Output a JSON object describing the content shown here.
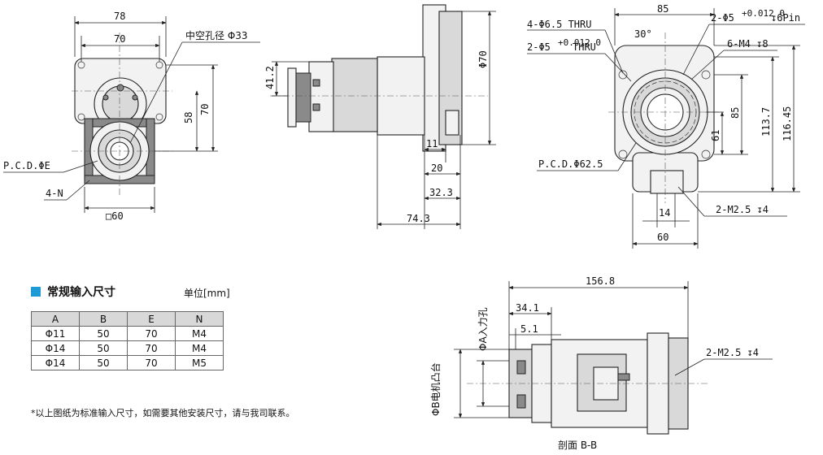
{
  "views": {
    "front": {
      "dim_width_outer": "78",
      "dim_width_inner": "70",
      "hollow_hole": "中空孔径 Φ33",
      "dim_height_58": "58",
      "dim_height_70": "70",
      "pcd": "P.C.D.ΦE",
      "holes": "4-N",
      "square": "□60"
    },
    "side": {
      "dim_41": "41.2",
      "dim_phi70": "Φ70",
      "dim_11": "11",
      "dim_20": "20",
      "dim_32": "32.3",
      "dim_74": "74.3"
    },
    "flange": {
      "dim_85_top": "85",
      "thru_holes": "4-Φ6.5 THRU",
      "pin_holes": "2-Φ5",
      "pin_tol": "+0.012 0",
      "pin_depth": "↧6Pin",
      "thru2": "2-Φ5",
      "thru2_tol": "+0.012 0",
      "thru2_suffix": "THRU",
      "angle": "30°",
      "m4": "6-M4 ↧8",
      "dim_85_side": "85",
      "dim_61": "61",
      "dim_113": "113.7",
      "dim_116": "116.45",
      "pcd": "P.C.D.Φ62.5",
      "m25": "2-M2.5 ↧4",
      "dim_14": "14",
      "dim_60": "60"
    },
    "section": {
      "dim_156": "156.8",
      "dim_34": "34.1",
      "dim_5": "5.1",
      "input_hole": "ΦA入力孔",
      "motor_boss": "ΦB电机凸台",
      "m25": "2-M2.5 ↧4",
      "caption": "剖面 B-B"
    }
  },
  "table": {
    "title": "常规输入尺寸",
    "unit": "单位[mm]",
    "headers": [
      "A",
      "B",
      "E",
      "N"
    ],
    "rows": [
      [
        "Φ11",
        "50",
        "70",
        "M4"
      ],
      [
        "Φ14",
        "50",
        "70",
        "M4"
      ],
      [
        "Φ14",
        "50",
        "70",
        "M5"
      ]
    ],
    "accent_color": "#1e9ad6"
  },
  "note": "*以上图纸为标准输入尺寸，如需要其他安装尺寸，请与我司联系。"
}
